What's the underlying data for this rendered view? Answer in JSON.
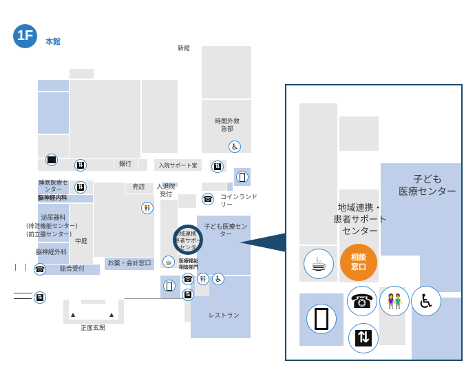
{
  "header": {
    "floor": "1F",
    "building": "本館"
  },
  "colors": {
    "accent": "#2e7bc4",
    "room_blue": "#bfcfe9",
    "room_grey": "#e6e6e7",
    "inset_border": "#1c4a6e",
    "consult": "#ee8620"
  },
  "labels": {
    "new_building": "新館",
    "er": "時間外救急部",
    "bank": "銀行",
    "admission_support": "入院サポート室",
    "sleep_center": "睡眠医療センター",
    "neurology": "脳神経内科",
    "shop": "売店",
    "admission_desk": "入退院受付",
    "coin_laundry": "コインランドリー",
    "urology": "泌尿器科",
    "urology_sub1": "(排泄機能センター)",
    "urology_sub2": "(前立腺センター)",
    "courtyard": "中庭",
    "neurosurgery": "脳神経外科",
    "reception": "総合受付",
    "pharmacy": "お薬・会計窓口",
    "regional": "地域連携・患者サポートセンター",
    "welfare": "医療福祉相談部門",
    "children": "子ども医療センター",
    "restaurant": "レストラン",
    "entrance": "正面玄関"
  },
  "inset": {
    "children_1": "子ども",
    "children_2": "医療センター",
    "regional_1": "地域連携・",
    "regional_2": "患者サポート",
    "regional_3": "センター",
    "consult_1": "相談",
    "consult_2": "窓口"
  },
  "icons": {
    "elevator": "⇅",
    "phone": "☎",
    "restroom": "🚹🚺",
    "wheelchair": "♿",
    "cafe": "☕",
    "mobile": "mobile-phone",
    "card": "card"
  }
}
